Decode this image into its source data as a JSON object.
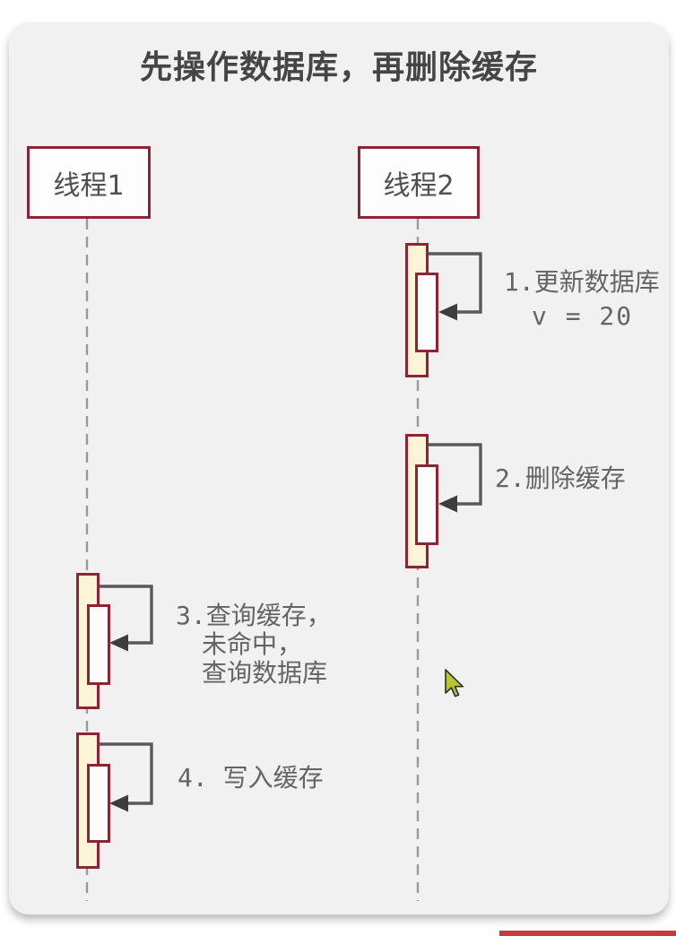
{
  "title": "先操作数据库，再删除缓存",
  "actors": {
    "thread1": "线程1",
    "thread2": "线程2"
  },
  "annotations": [
    {
      "lines": [
        "1.更新数据库",
        "v = 20"
      ]
    },
    {
      "lines": [
        "2.删除缓存"
      ]
    },
    {
      "lines": [
        "3.查询缓存，",
        "未命中，",
        "查询数据库"
      ]
    },
    {
      "lines": [
        "4. 写入缓存"
      ]
    }
  ],
  "icons": {
    "cursor": "mouse-pointer-icon",
    "arrowhead": "left-arrowhead-icon"
  },
  "colors": {
    "card_bg": "#f1f1f2",
    "actor_border": "#8d2433",
    "bar_outer_fill": "#fcf4d6",
    "bar_inner_fill": "#fdfcfa",
    "arrow": "#59595b",
    "lifeline": "#9a9a9a",
    "title_text": "#454545",
    "label_text": "#646464",
    "cursor_fill": "#b7c62e",
    "bottom_bar": "#cb3a3a"
  }
}
